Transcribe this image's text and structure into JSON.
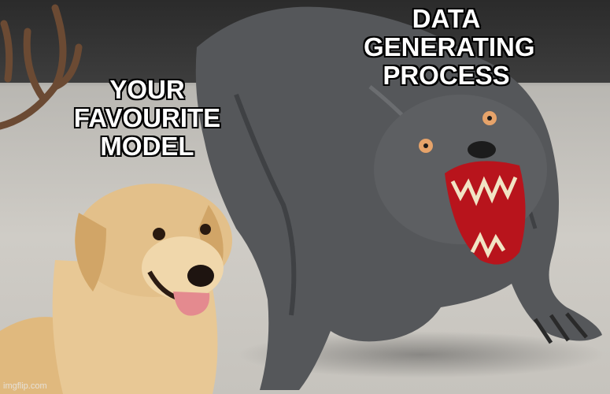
{
  "captions": {
    "data_generating_process": "DATA\nGENERATING\nPROCESS",
    "favourite_model": "YOUR\nFAVOURITE\nMODEL"
  },
  "watermark": "imgflip.com",
  "colors": {
    "dog_fur": "#e3c08a",
    "werewolf_fur": "#55575a",
    "mouth": "#b8141c",
    "floor": "#cfccc6"
  }
}
